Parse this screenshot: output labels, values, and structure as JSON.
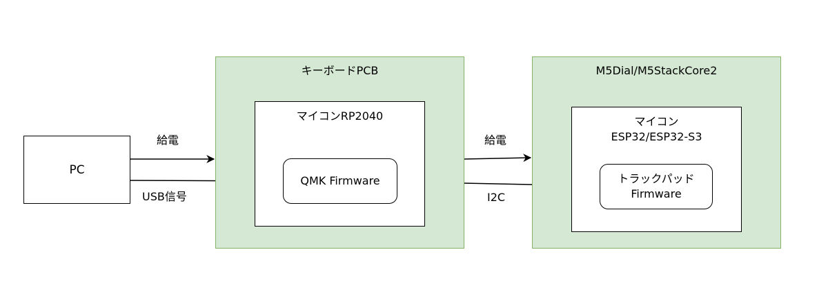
{
  "nodes": {
    "pc": "PC",
    "keyboard_pcb": "キーボードPCB",
    "mcu_rp2040": "マイコンRP2040",
    "qmk_firmware": "QMK Firmware",
    "m5_group": "M5Dial/M5StackCore2",
    "mcu_esp_line1": "マイコン",
    "mcu_esp_line2": "ESP32/ESP32-S3",
    "trackpad_line1": "トラックパッド",
    "trackpad_line2": "Firmware"
  },
  "edges": {
    "power_pc": "給電",
    "usb_signal": "USB信号",
    "power_m5": "給電",
    "i2c": "I2C"
  }
}
